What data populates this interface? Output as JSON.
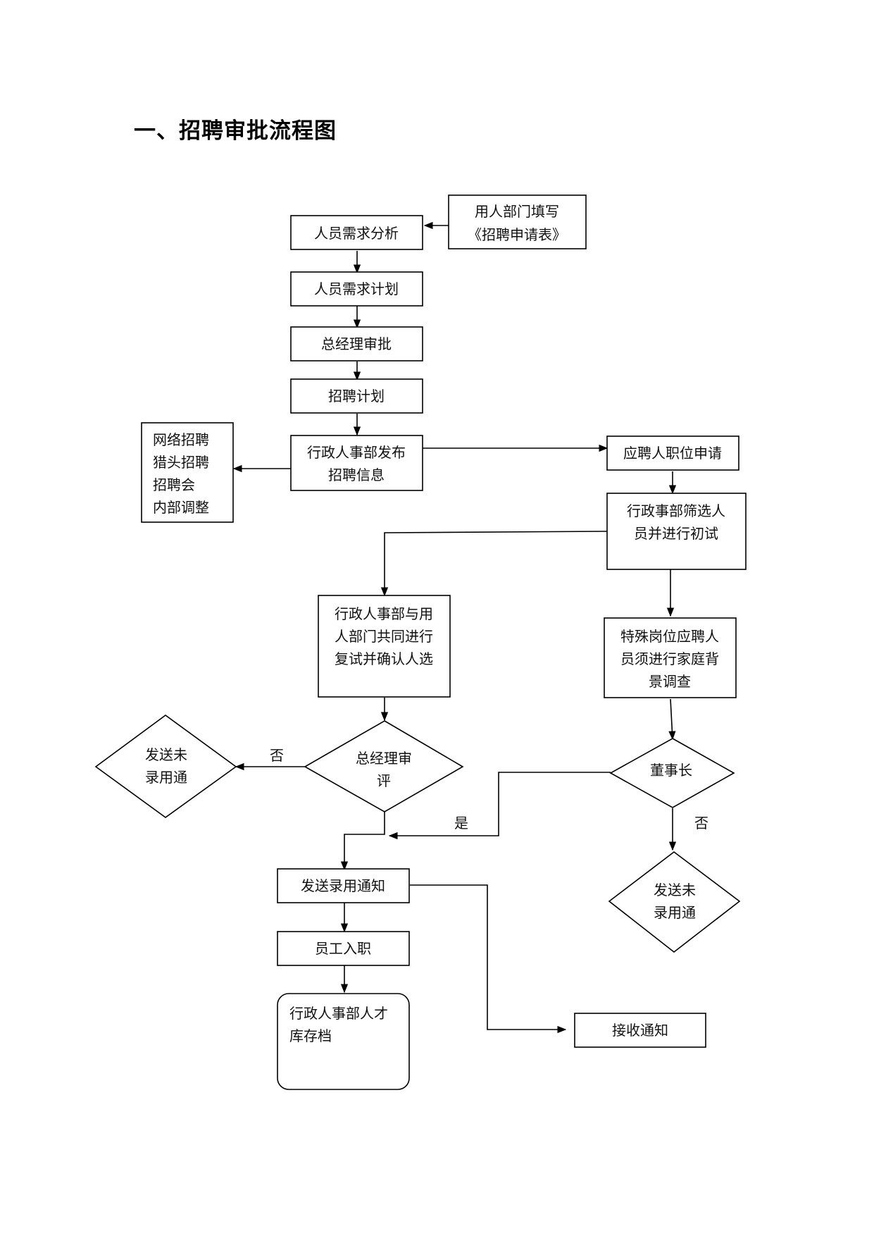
{
  "title": "一、招聘审批流程图",
  "nodes": {
    "fill_form": [
      "用人部门填写",
      "《招聘申请表》"
    ],
    "needs_analysis": [
      "人员需求分析"
    ],
    "needs_plan": [
      "人员需求计划"
    ],
    "gm_approval": [
      "总经理审批"
    ],
    "recruit_plan": [
      "招聘计划"
    ],
    "publish_info": [
      "行政人事部发布",
      "招聘信息"
    ],
    "channels": [
      "网络招聘",
      "猎头招聘",
      "招聘会",
      "内部调整"
    ],
    "applicant_apply": [
      "应聘人职位申请"
    ],
    "screening": [
      "行政事部筛选人",
      "员并进行初试"
    ],
    "joint_interview": [
      "行政人事部与用",
      "人部门共同进行",
      "复试并确认人选"
    ],
    "background_check": [
      "特殊岗位应聘人",
      "员须进行家庭背",
      "景调查"
    ],
    "gm_review": [
      "总经理审",
      "评"
    ],
    "reject_left": [
      "发送未",
      "录用通"
    ],
    "chairman": [
      "董事长"
    ],
    "reject_right": [
      "发送未",
      "录用通"
    ],
    "send_offer": [
      "发送录用通知"
    ],
    "onboard": [
      "员工入职"
    ],
    "archive": [
      "行政人事部人才",
      "库存档"
    ],
    "receive_notice": [
      "接收通知"
    ]
  },
  "edge_labels": {
    "gm_no": "否",
    "chairman_yes": "是",
    "chairman_no": "否"
  }
}
